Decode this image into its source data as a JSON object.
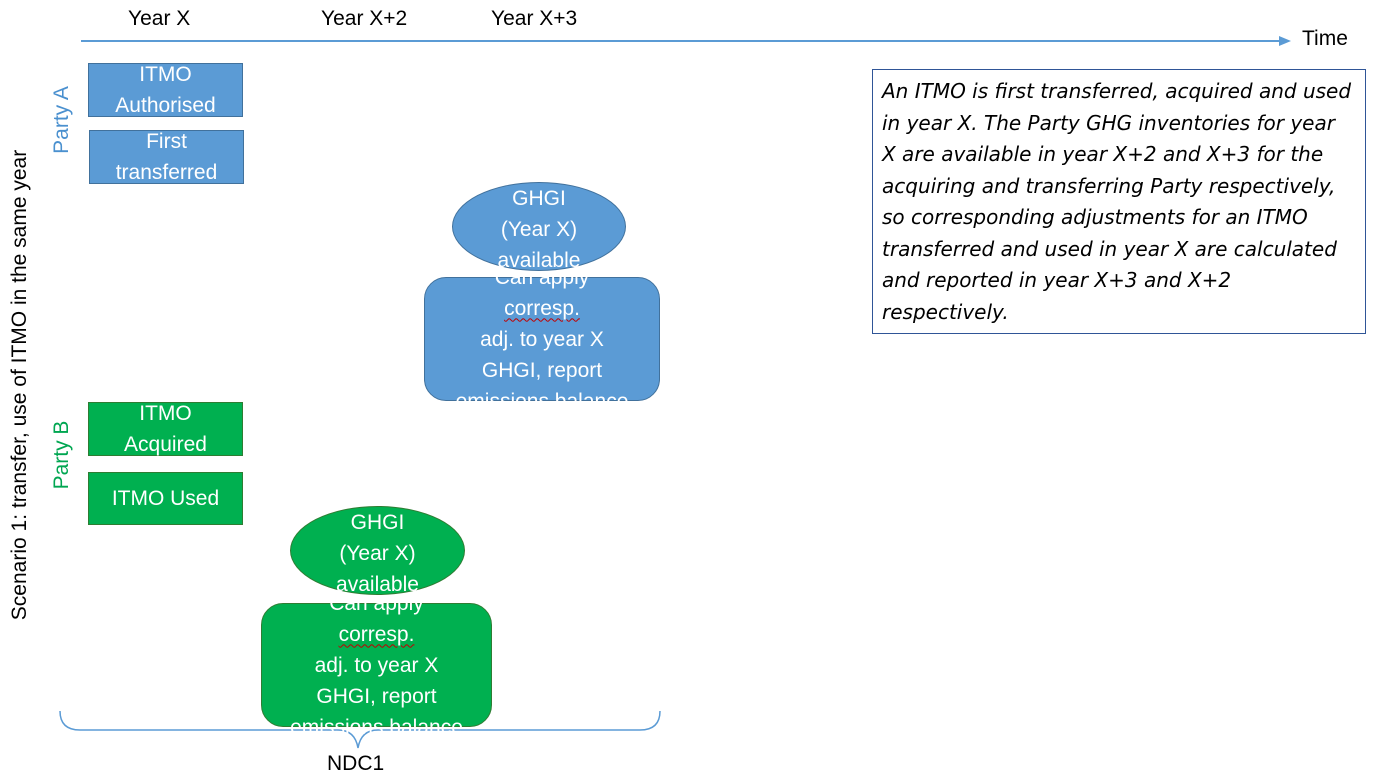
{
  "timeline": {
    "year_labels": [
      "Year X",
      "Year X+2",
      "Year X+3"
    ],
    "time_label": "Time",
    "axis_color": "#5b9bd5"
  },
  "scenario_label": "Scenario 1: transfer, use of ITMO in the same year",
  "party_a": {
    "label": "Party A",
    "color": "#4a90cf",
    "boxes": {
      "authorised": [
        "ITMO",
        "Authorised"
      ],
      "first_transferred": [
        "First",
        "transferred"
      ],
      "ghgi": [
        "GHGI",
        "(Year X)",
        "available"
      ],
      "apply": [
        "Can apply corresp.",
        "adj. to year X",
        "GHGI, report",
        "emissions balance"
      ]
    }
  },
  "party_b": {
    "label": "Party B",
    "color": "#00b050",
    "boxes": {
      "acquired": [
        "ITMO",
        "Acquired"
      ],
      "used": [
        "ITMO Used"
      ],
      "ghgi": [
        "GHGI",
        "(Year X)",
        "available"
      ],
      "apply": [
        "Can apply corresp.",
        "adj. to year X",
        "GHGI, report",
        "emissions balance"
      ]
    }
  },
  "explanation": "An ITMO is first transferred, acquired and used in year X. The Party GHG inventories for year X are available in year X+2 and X+3 for the acquiring and transferring Party respectively, so corresponding adjustments for an ITMO transferred and used in year X are calculated and reported in year X+3 and X+2 respectively.",
  "ndc_label": "NDC1"
}
